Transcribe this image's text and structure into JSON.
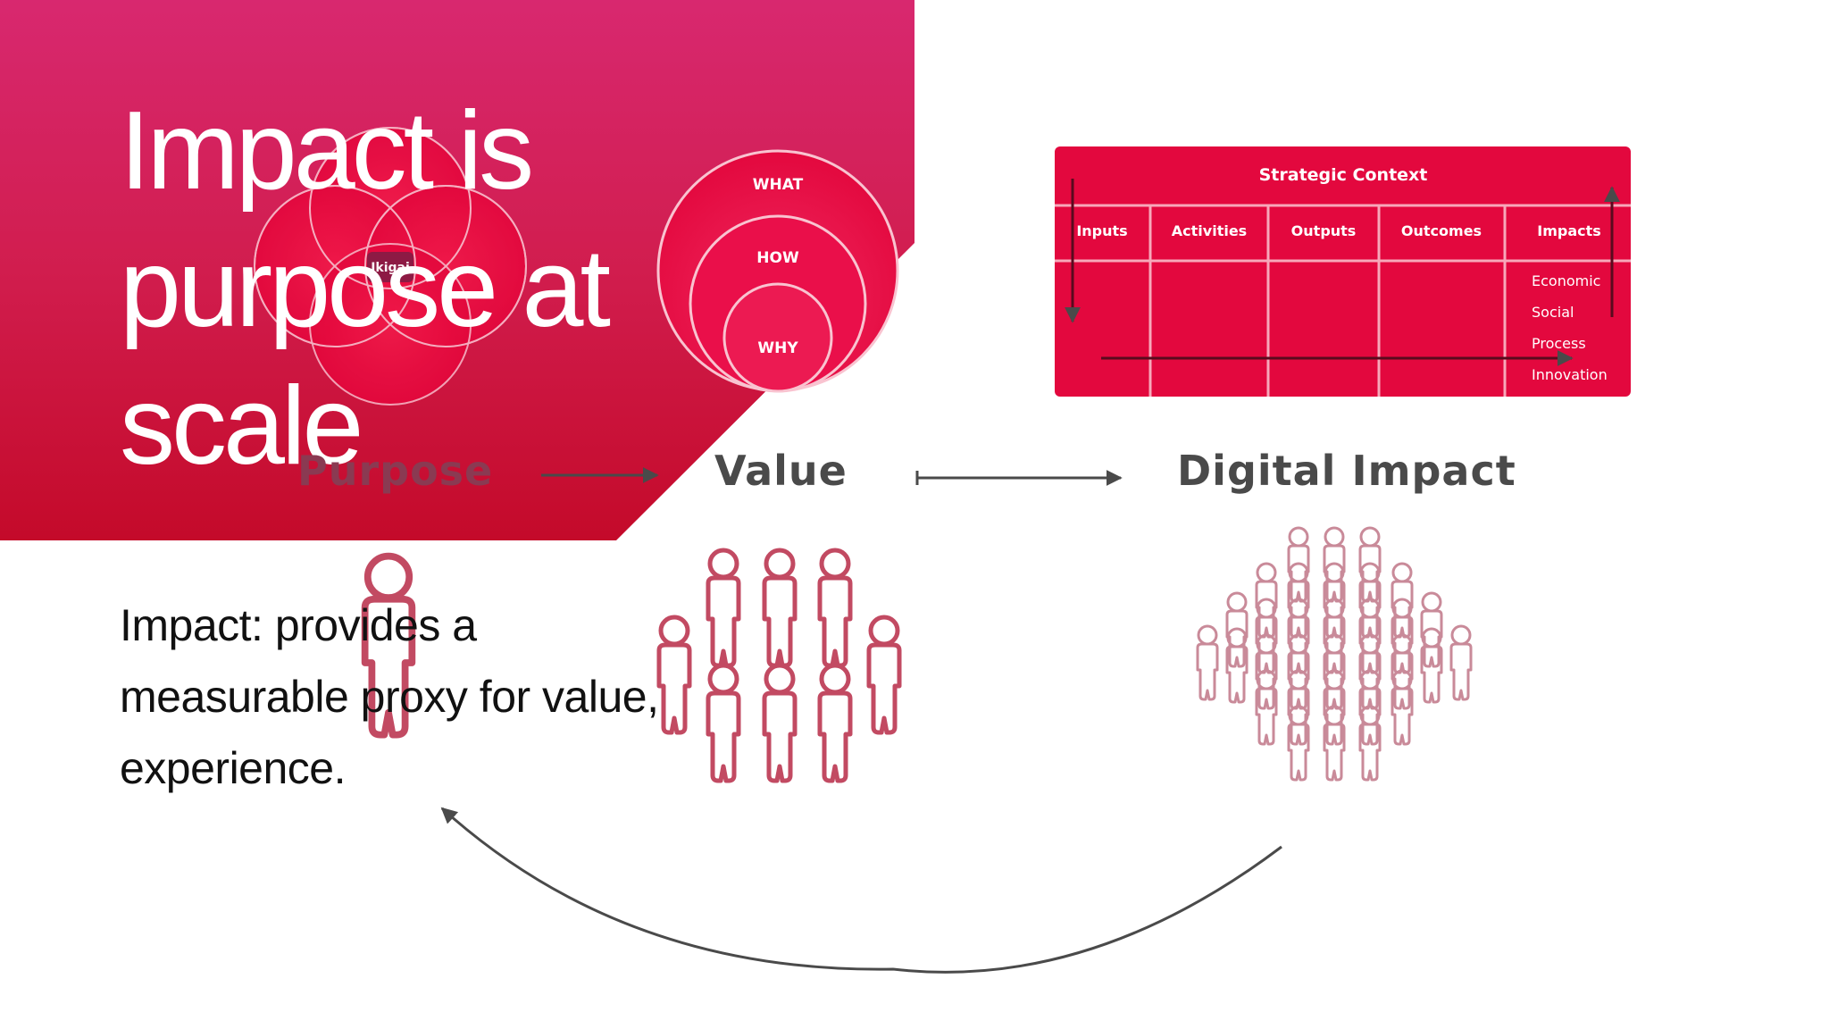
{
  "slide": {
    "title_lines": [
      "Impact is",
      "purpose at",
      "scale"
    ],
    "body_lines": [
      "Impact: provides a",
      "measurable proxy for value,",
      "experience."
    ]
  },
  "diagram": {
    "ikigai_label": "Ikigai",
    "circles": [
      "WHAT",
      "HOW",
      "WHY"
    ],
    "stages": [
      "Purpose",
      "Value",
      "Digital Impact"
    ],
    "strategic_context": {
      "title": "Strategic Context",
      "columns": [
        "Inputs",
        "Activities",
        "Outputs",
        "Outcomes",
        "Impacts"
      ],
      "impact_types": [
        "Economic",
        "Social",
        "Process",
        "Innovation"
      ]
    }
  },
  "colors": {
    "brand_red": "#e3083e",
    "gradient_top": "#d7286e",
    "gradient_bottom": "#c3092a",
    "figure_stroke": "#c24a62"
  }
}
